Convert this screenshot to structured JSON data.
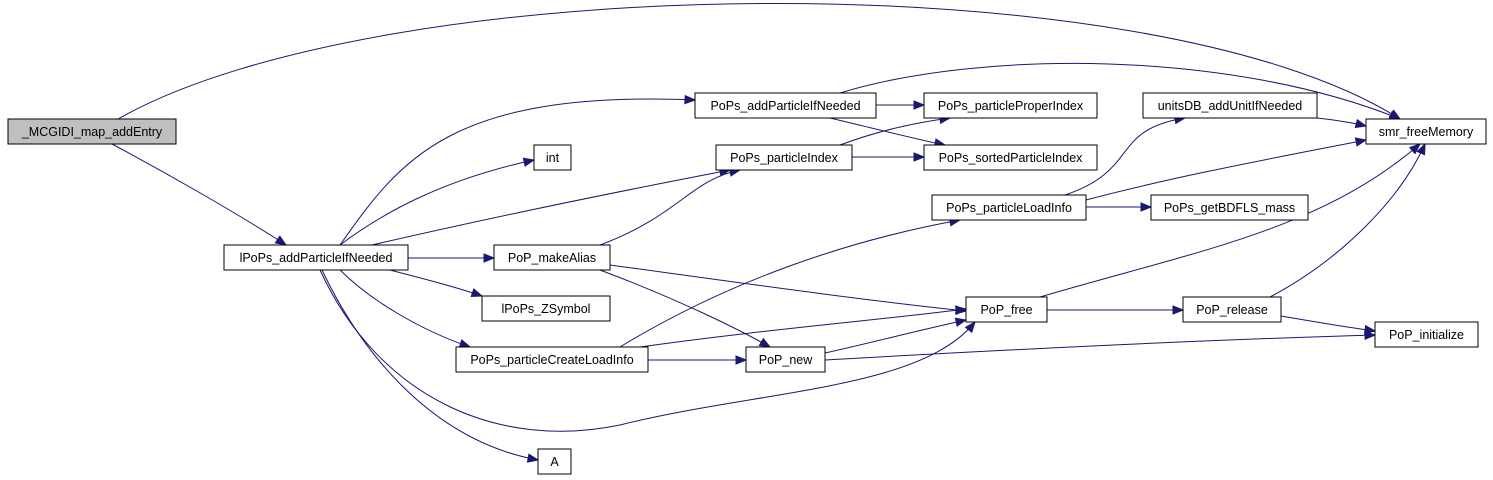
{
  "colors": {
    "edge": "#191970",
    "root_fill": "#bfbfbf",
    "node_fill": "#ffffff"
  },
  "nodes": [
    {
      "id": "mcgidi_map_addentry",
      "label": "_MCGIDI_map_addEntry",
      "root": true
    },
    {
      "id": "lpops_addparticleifneeded",
      "label": "lPoPs_addParticleIfNeeded"
    },
    {
      "id": "pops_addparticleifneeded",
      "label": "PoPs_addParticleIfNeeded"
    },
    {
      "id": "int",
      "label": "int"
    },
    {
      "id": "pops_particleindex",
      "label": "PoPs_particleIndex"
    },
    {
      "id": "pop_makealias",
      "label": "PoP_makeAlias"
    },
    {
      "id": "lpops_zsymbol",
      "label": "lPoPs_ZSymbol"
    },
    {
      "id": "pops_particlecreateloadinfo",
      "label": "PoPs_particleCreateLoadInfo"
    },
    {
      "id": "a",
      "label": "A"
    },
    {
      "id": "pops_particleproperindex",
      "label": "PoPs_particleProperIndex"
    },
    {
      "id": "pops_sortedparticleindex",
      "label": "PoPs_sortedParticleIndex"
    },
    {
      "id": "pops_particleloadinfo",
      "label": "PoPs_particleLoadInfo"
    },
    {
      "id": "pop_free",
      "label": "PoP_free"
    },
    {
      "id": "pop_new",
      "label": "PoP_new"
    },
    {
      "id": "unitsdb_addunitifneeded",
      "label": "unitsDB_addUnitIfNeeded"
    },
    {
      "id": "pops_getbdfls_mass",
      "label": "PoPs_getBDFLS_mass"
    },
    {
      "id": "pop_release",
      "label": "PoP_release"
    },
    {
      "id": "smr_freememory",
      "label": "smr_freeMemory"
    },
    {
      "id": "pop_initialize",
      "label": "PoP_initialize"
    }
  ],
  "edges": [
    {
      "from": "mcgidi_map_addentry",
      "to": "smr_freememory"
    },
    {
      "from": "mcgidi_map_addentry",
      "to": "lpops_addparticleifneeded"
    },
    {
      "from": "lpops_addparticleifneeded",
      "to": "pops_addparticleifneeded"
    },
    {
      "from": "lpops_addparticleifneeded",
      "to": "int"
    },
    {
      "from": "lpops_addparticleifneeded",
      "to": "pops_particleindex"
    },
    {
      "from": "lpops_addparticleifneeded",
      "to": "pop_makealias"
    },
    {
      "from": "lpops_addparticleifneeded",
      "to": "lpops_zsymbol"
    },
    {
      "from": "lpops_addparticleifneeded",
      "to": "pops_particlecreateloadinfo"
    },
    {
      "from": "lpops_addparticleifneeded",
      "to": "pop_free"
    },
    {
      "from": "lpops_addparticleifneeded",
      "to": "a"
    },
    {
      "from": "pops_addparticleifneeded",
      "to": "pops_particleproperindex"
    },
    {
      "from": "pops_addparticleifneeded",
      "to": "pops_sortedparticleindex"
    },
    {
      "from": "pops_addparticleifneeded",
      "to": "smr_freememory"
    },
    {
      "from": "pops_particleindex",
      "to": "pops_particleproperindex"
    },
    {
      "from": "pops_particleindex",
      "to": "pops_sortedparticleindex"
    },
    {
      "from": "pop_makealias",
      "to": "pops_particleindex"
    },
    {
      "from": "pop_makealias",
      "to": "pop_free"
    },
    {
      "from": "pop_makealias",
      "to": "pop_new"
    },
    {
      "from": "pops_particlecreateloadinfo",
      "to": "pops_particleloadinfo"
    },
    {
      "from": "pops_particlecreateloadinfo",
      "to": "pop_free"
    },
    {
      "from": "pops_particlecreateloadinfo",
      "to": "pop_new"
    },
    {
      "from": "pops_particleloadinfo",
      "to": "unitsdb_addunitifneeded"
    },
    {
      "from": "pops_particleloadinfo",
      "to": "smr_freememory"
    },
    {
      "from": "pops_particleloadinfo",
      "to": "pops_getbdfls_mass"
    },
    {
      "from": "unitsdb_addunitifneeded",
      "to": "smr_freememory"
    },
    {
      "from": "pop_new",
      "to": "pop_free"
    },
    {
      "from": "pop_new",
      "to": "pop_initialize"
    },
    {
      "from": "pop_free",
      "to": "smr_freememory"
    },
    {
      "from": "pop_free",
      "to": "pop_release"
    },
    {
      "from": "pop_release",
      "to": "smr_freememory"
    },
    {
      "from": "pop_release",
      "to": "pop_initialize"
    }
  ]
}
